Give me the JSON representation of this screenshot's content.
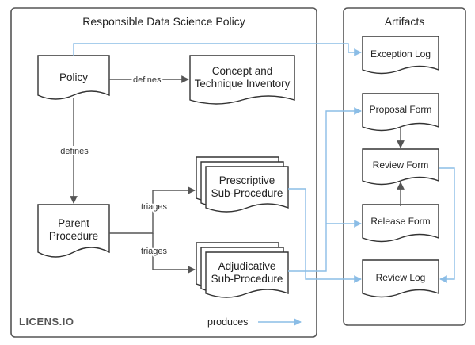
{
  "panels": {
    "policy_title": "Responsible Data Science Policy",
    "artifacts_title": "Artifacts"
  },
  "nodes": {
    "policy": "Policy",
    "inventory_line1": "Concept and",
    "inventory_line2": "Technique Inventory",
    "parent_line1": "Parent",
    "parent_line2": "Procedure",
    "prescriptive_line1": "Prescriptive",
    "prescriptive_line2": "Sub-Procedure",
    "adjudicative_line1": "Adjudicative",
    "adjudicative_line2": "Sub-Procedure"
  },
  "artifacts": {
    "exception_log": "Exception Log",
    "proposal_form": "Proposal Form",
    "review_form": "Review Form",
    "release_form": "Release Form",
    "review_log": "Review Log"
  },
  "edges": {
    "defines_right": "defines",
    "defines_down": "defines",
    "triages_top": "triages",
    "triages_bottom": "triages"
  },
  "legend": {
    "produces": "produces",
    "logo": "LICENS.IO"
  },
  "colors": {
    "produces_edge": "#8bbde6",
    "structural_edge": "#555555"
  }
}
